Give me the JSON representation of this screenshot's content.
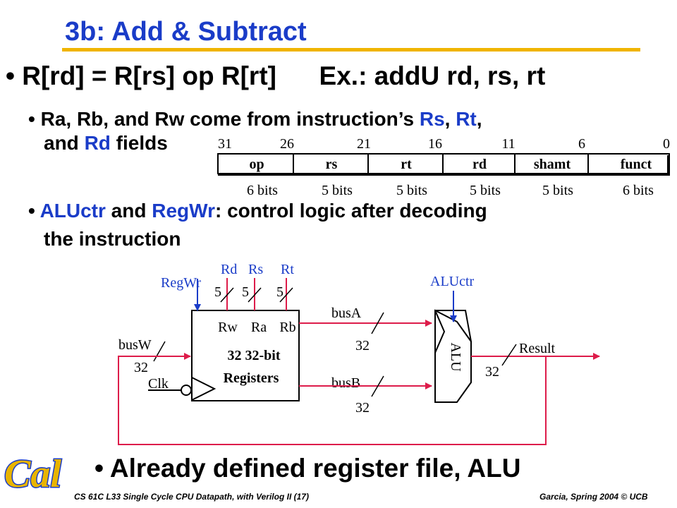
{
  "title": "3b: Add & Subtract",
  "bullet_main": {
    "prefix": "R[rd] = R[rs] op R[rt]",
    "example": "Ex.: addU  rd, rs, rt"
  },
  "bullet_fields": {
    "t1": "Ra, Rb, and Rw come from instruction’s ",
    "rs": "Rs",
    "t2": ", ",
    "rt": "Rt",
    "t3": ",",
    "t4": "and ",
    "rd": "Rd",
    "t5": " fields"
  },
  "bullet_ctrl": {
    "aluctr": "ALUctr",
    "t1": " and ",
    "regwr": "RegWr",
    "t2": ": control logic after decoding",
    "line2": "the instruction"
  },
  "instruction_format": {
    "bit_positions": [
      "31",
      "26",
      "21",
      "16",
      "11",
      "6",
      "0"
    ],
    "fields": [
      "op",
      "rs",
      "rt",
      "rd",
      "shamt",
      "funct"
    ],
    "widths": [
      "6 bits",
      "5 bits",
      "5 bits",
      "5 bits",
      "5 bits",
      "6 bits"
    ]
  },
  "datapath": {
    "regwr": "RegWr",
    "rd": "Rd",
    "rs": "Rs",
    "rt": "Rt",
    "five": "5",
    "rw": "Rw",
    "ra": "Ra",
    "rb": "Rb",
    "reg_line1": "32  32-bit",
    "reg_line2": "Registers",
    "busw": "busW",
    "clk": "Clk",
    "busa": "busA",
    "busb": "busB",
    "w32": "32",
    "aluctr": "ALUctr",
    "alu": "ALU",
    "result": "Result"
  },
  "bottom_bullet": "Already defined register file, ALU",
  "logo_text": "Cal",
  "footer_left": "CS 61C L33 Single Cycle CPU Datapath, with Verilog II (17)",
  "footer_right": "Garcia, Spring 2004 © UCB",
  "colors": {
    "title_blue": "#1a3cc8",
    "rule_gold": "#f0b400",
    "wire_red": "#dd1c4a",
    "logo_gold": "#e8b400"
  }
}
